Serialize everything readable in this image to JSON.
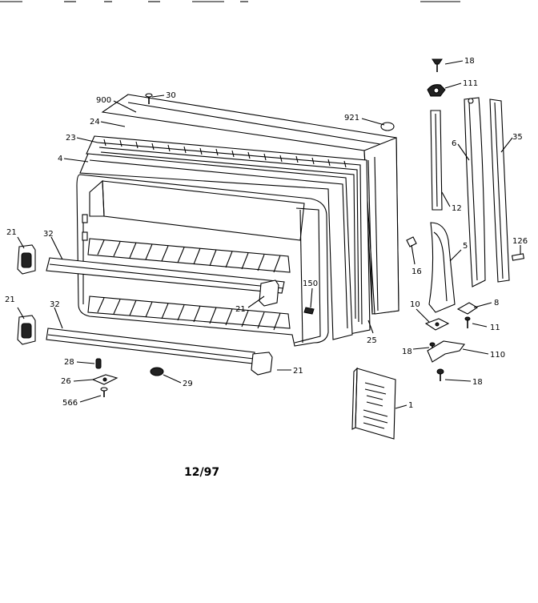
{
  "diagram": {
    "date_code": "12/97",
    "callouts": {
      "c18a": "18",
      "c111": "111",
      "c30": "30",
      "c900": "900",
      "c921": "921",
      "c24": "24",
      "c23": "23",
      "c4": "4",
      "c6": "6",
      "c35": "35",
      "c12": "12",
      "c21a": "21",
      "c32a": "32",
      "c126": "126",
      "c5": "5",
      "c16": "16",
      "c150": "150",
      "c21b": "21",
      "c21c": "21",
      "c32b": "32",
      "c10": "10",
      "c8": "8",
      "c11": "11",
      "c25": "25",
      "c18b": "18",
      "c110": "110",
      "c28": "28",
      "c21d": "21",
      "c26": "26",
      "c29": "29",
      "c18c": "18",
      "c566": "566",
      "c1": "1"
    }
  }
}
